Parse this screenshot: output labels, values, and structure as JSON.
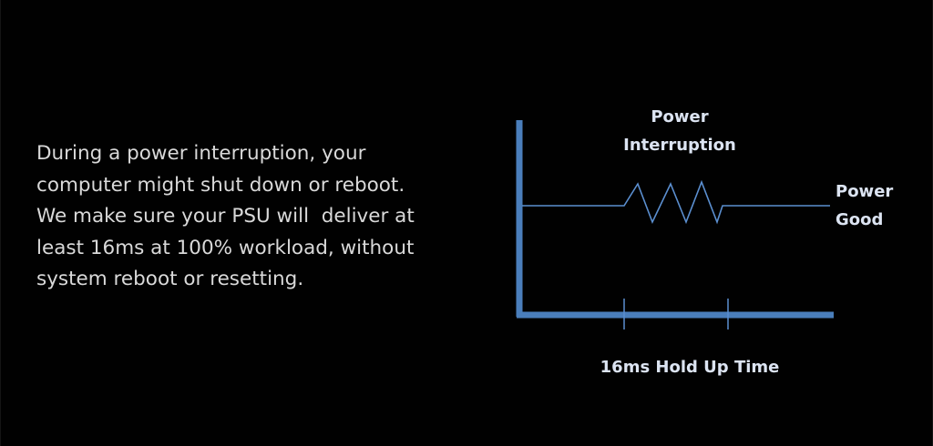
{
  "description": {
    "lines": [
      "During a power interruption, your",
      "computer might shut down or reboot.",
      "We make sure your PSU will  deliver at",
      "least 16ms at 100% workload, without",
      "system reboot or resetting."
    ]
  },
  "diagram": {
    "interruption_label": [
      "Power",
      "Interruption"
    ],
    "good_label": [
      "Power",
      "Good"
    ],
    "hold_up_label": "16ms Hold Up Time"
  },
  "colors": {
    "background": "#010101",
    "text": "#d9d9d9",
    "axis": "#4a7ebb",
    "signal": "#5b8fd0",
    "label": "#dce4f2"
  }
}
